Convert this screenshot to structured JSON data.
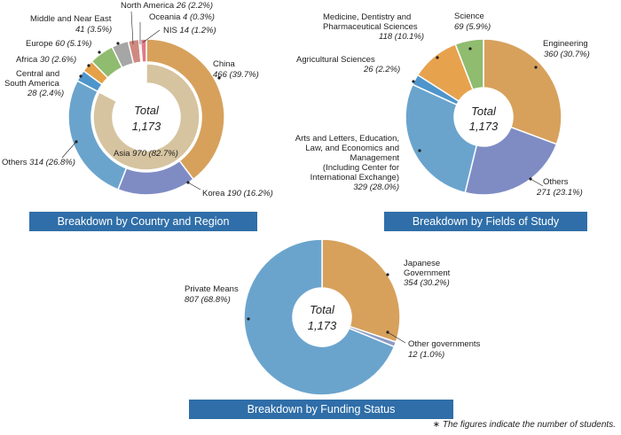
{
  "colors": {
    "china": "#d7a15c",
    "korea": "#7f8cc4",
    "others": "#6aa4cd",
    "central_south_america": "#4e95cc",
    "africa": "#e4a148",
    "europe": "#8fbc6f",
    "middle_near_east": "#a6a6a6",
    "north_america": "#cf8a80",
    "oceania": "#9a87c4",
    "nis": "#e07a8a",
    "asia_inner": "#d6c4a0",
    "engineering": "#d7a15c",
    "fos_others": "#7f8cc4",
    "arts_letters": "#6aa4cd",
    "agricultural": "#4e95cc",
    "medicine": "#e7a24e",
    "science": "#8fbc6f",
    "japanese_gov": "#d7a15c",
    "other_gov": "#8d9cc6",
    "private": "#6aa4cd",
    "banner": "#2f6ea8"
  },
  "chart_data": [
    {
      "type": "pie",
      "title": "Breakdown by Country and Region",
      "center_label": {
        "line1": "Total",
        "line2": "1,173"
      },
      "slices": [
        {
          "key": "china",
          "name": "China",
          "value": 466,
          "display": "466 (39.7%)"
        },
        {
          "key": "korea",
          "name": "Korea",
          "value": 190,
          "display": "190 (16.2%)"
        },
        {
          "key": "others",
          "name": "Others",
          "value": 314,
          "display": "314 (26.8%)"
        },
        {
          "key": "central_south_america",
          "name": "Central and South America",
          "value": 28,
          "display": "28 (2.4%)"
        },
        {
          "key": "africa",
          "name": "Africa",
          "value": 30,
          "display": "30 (2.6%)"
        },
        {
          "key": "europe",
          "name": "Europe",
          "value": 60,
          "display": "60 (5.1%)"
        },
        {
          "key": "middle_near_east",
          "name": "Middle and Near East",
          "value": 41,
          "display": "41 (3.5%)"
        },
        {
          "key": "north_america",
          "name": "North America",
          "value": 26,
          "display": "26 (2.2%)"
        },
        {
          "key": "oceania",
          "name": "Oceania",
          "value": 4,
          "display": "4 (0.3%)"
        },
        {
          "key": "nis",
          "name": "NIS",
          "value": 14,
          "display": "14 (1.2%)"
        }
      ],
      "inner_ring": [
        {
          "key": "asia_inner",
          "name": "Asia",
          "value": 970,
          "display": "970 (82.7%)"
        }
      ]
    },
    {
      "type": "pie",
      "title": "Breakdown by Fields of Study",
      "center_label": {
        "line1": "Total",
        "line2": "1,173"
      },
      "slices": [
        {
          "key": "engineering",
          "name": "Engineering",
          "value": 360,
          "display": "360 (30.7%)"
        },
        {
          "key": "fos_others",
          "name": "Others",
          "value": 271,
          "display": "271 (23.1%)"
        },
        {
          "key": "arts_letters",
          "name": "Arts and Letters, Education, Law, and Economics and Management (Including Center for International Exchange)",
          "value": 329,
          "display": "329 (28.0%)"
        },
        {
          "key": "agricultural",
          "name": "Agricultural Sciences",
          "value": 26,
          "display": "26 (2.2%)"
        },
        {
          "key": "medicine",
          "name": "Medicine, Dentistry and Pharmaceutical Sciences",
          "value": 118,
          "display": "118 (10.1%)"
        },
        {
          "key": "science",
          "name": "Science",
          "value": 69,
          "display": "69 (5.9%)"
        }
      ]
    },
    {
      "type": "pie",
      "title": "Breakdown by Funding Status",
      "center_label": {
        "line1": "Total",
        "line2": "1,173"
      },
      "slices": [
        {
          "key": "japanese_gov",
          "name": "Japanese Government",
          "value": 354,
          "display": "354 (30.2%)"
        },
        {
          "key": "other_gov",
          "name": "Other governments",
          "value": 12,
          "display": "12 (1.0%)"
        },
        {
          "key": "private",
          "name": "Private Means",
          "value": 807,
          "display": "807 (68.8%)"
        }
      ]
    }
  ],
  "labels": {
    "china": {
      "name": "China",
      "value": "466 (39.7%)"
    },
    "korea": {
      "name": "Korea",
      "value": "190 (16.2%)"
    },
    "others": {
      "name": "Others",
      "value": "314 (26.8%)"
    },
    "csa": {
      "name1": "Central and",
      "name2": "South America",
      "value": "28 (2.4%)"
    },
    "africa": {
      "name": "Africa",
      "value": "30 (2.6%)"
    },
    "europe": {
      "name": "Europe",
      "value": "60 (5.1%)"
    },
    "mne": {
      "name": "Middle and Near East",
      "value": "41 (3.5%)"
    },
    "na": {
      "name": "North America",
      "value": "26 (2.2%)"
    },
    "oceania": {
      "name": "Oceania",
      "value": "4 (0.3%)"
    },
    "nis": {
      "name": "NIS",
      "value": "14 (1.2%)"
    },
    "asia": {
      "name": "Asia",
      "value": "970 (82.7%)"
    },
    "engineering": {
      "name": "Engineering",
      "value": "360 (30.7%)"
    },
    "fos_others": {
      "name": "Others",
      "value": "271 (23.1%)"
    },
    "arts": {
      "l1": "Arts and Letters, Education,",
      "l2": "Law, and Economics and",
      "l3": "Management",
      "l4": "(Including Center for",
      "l5": "International Exchange)",
      "value": "329 (28.0%)"
    },
    "agri": {
      "name": "Agricultural Sciences",
      "value": "26 (2.2%)"
    },
    "med": {
      "l1": "Medicine, Dentistry and",
      "l2": "Pharmaceutical Sciences",
      "value": "118 (10.1%)"
    },
    "science": {
      "name": "Science",
      "value": "69 (5.9%)"
    },
    "jg": {
      "l1": "Japanese",
      "l2": "Government",
      "value": "354 (30.2%)"
    },
    "og": {
      "name": "Other governments",
      "value": "12 (1.0%)"
    },
    "pm": {
      "name": "Private Means",
      "value": "807 (68.8%)"
    }
  },
  "banners": {
    "country": "Breakdown by Country and Region",
    "fields": "Breakdown by Fields of Study",
    "funding": "Breakdown by Funding Status"
  },
  "footnote": "∗ The figures indicate the number of students."
}
